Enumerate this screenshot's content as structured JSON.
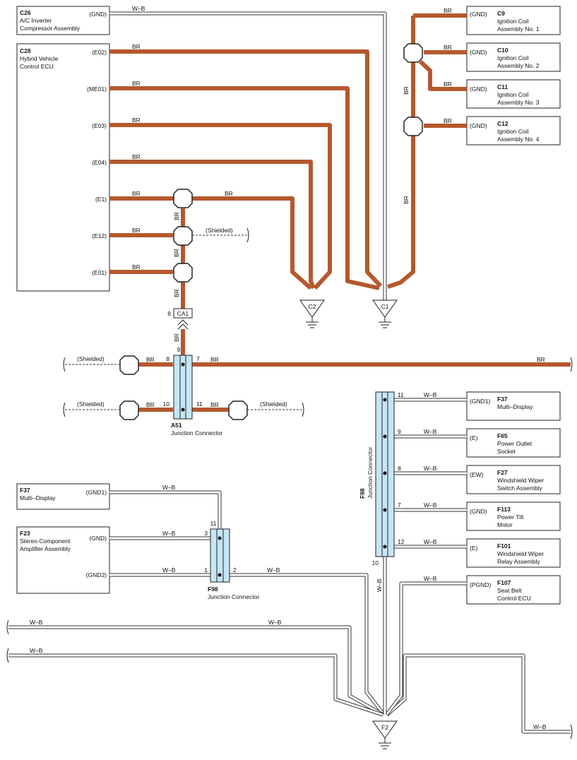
{
  "wire_colors": {
    "BR": "#b5582e",
    "W-B": "#333333",
    "junction_fill": "#c5e6f4"
  },
  "components": {
    "c26": {
      "code": "C26",
      "lines": [
        "A/C Inverter",
        "Compressor Assembly"
      ],
      "pin": "(GND)",
      "wire": "W–B"
    },
    "c28": {
      "code": "C28",
      "lines": [
        "Hybrid Vehicle",
        "Control ECU"
      ],
      "pins": [
        "(E02)",
        "(ME01)",
        "(E03)",
        "(E04)",
        "(E1)",
        "(E12)",
        "(E01)"
      ]
    },
    "coils": [
      {
        "code": "C9",
        "lines": [
          "Ignition Coil",
          "Assembly No. 1"
        ],
        "pin": "(GND)"
      },
      {
        "code": "C10",
        "lines": [
          "Ignition Coil",
          "Assembly No. 2"
        ],
        "pin": "(GND)"
      },
      {
        "code": "C11",
        "lines": [
          "Ignition Coil",
          "Assembly No. 3"
        ],
        "pin": "(GND)"
      },
      {
        "code": "C12",
        "lines": [
          "Ignition Coil",
          "Assembly No. 4"
        ],
        "pin": "(GND)"
      }
    ],
    "right_ecus": [
      {
        "code": "F37",
        "lines": [
          "Multi–Display"
        ],
        "pin": "(GND1)",
        "jpin": "11"
      },
      {
        "code": "F65",
        "lines": [
          "Power Outlet",
          "Socket"
        ],
        "pin": "(E)",
        "jpin": "9"
      },
      {
        "code": "F27",
        "lines": [
          "Windshield Wiper",
          "Switch Assembly"
        ],
        "pin": "(EW)",
        "jpin": "8"
      },
      {
        "code": "F113",
        "lines": [
          "Power Tilt",
          "Motor"
        ],
        "pin": "(GND)",
        "jpin": "7"
      },
      {
        "code": "F101",
        "lines": [
          "Windshield Wiper",
          "Relay Assembly"
        ],
        "pin": "(E)",
        "jpin": "12"
      },
      {
        "code": "F107",
        "lines": [
          "Seat Belt",
          "Control ECU"
        ],
        "pin": "(PGND)",
        "jpin": ""
      }
    ],
    "left_f37": {
      "code": "F37",
      "lines": [
        "Multi–Display"
      ],
      "pin": "(GND1)"
    },
    "f23": {
      "code": "F23",
      "lines": [
        "Stereo Component",
        "Amplifier Assembly"
      ],
      "pins": [
        "(GND)",
        "(GND2)"
      ]
    }
  },
  "wire_labels": {
    "br": "BR",
    "wb": "W–B"
  },
  "shielded": "(Shielded)",
  "grounds": {
    "c1": "C1",
    "c2": "C2",
    "f2": "F2"
  },
  "connector_ca1": {
    "name": "CA1",
    "pin": "8"
  },
  "a51": {
    "code": "A51",
    "name": "Junction Connector",
    "pins": [
      "9",
      "8",
      "7",
      "10",
      "11"
    ]
  },
  "f98_small": {
    "code": "F98",
    "name": "Junction Connector",
    "pins": [
      "11",
      "3",
      "1",
      "2"
    ]
  },
  "f98_big": {
    "code": "F98",
    "name": "Junction Connector",
    "bottom_pin": "10"
  }
}
